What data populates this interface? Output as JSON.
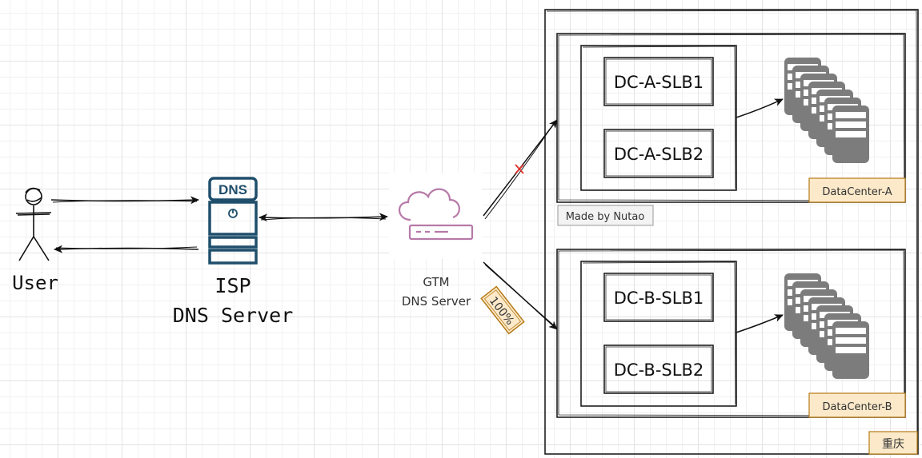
{
  "user": {
    "label": "User"
  },
  "isp": {
    "badge": "DNS",
    "line1": "ISP",
    "line2": "DNS Server"
  },
  "gtm": {
    "line1": "GTM",
    "line2": "DNS Server",
    "weight_tag": "100%"
  },
  "datacenter_a": {
    "name": "DataCenter-A",
    "slb1": "DC-A-SLB1",
    "slb2": "DC-A-SLB2"
  },
  "datacenter_b": {
    "name": "DataCenter-B",
    "slb1": "DC-B-SLB1",
    "slb2": "DC-B-SLB2"
  },
  "region": {
    "name": "重庆"
  },
  "watermark": {
    "text": "Made by Nutao"
  },
  "colors": {
    "isp_icon": "#1f4e6b",
    "gtm_icon": "#b779a8",
    "failed_link": "#e0302a",
    "tag_fill": "#fbe9c9",
    "tag_border": "#b67a16",
    "server_gray": "#7c7c7c"
  }
}
